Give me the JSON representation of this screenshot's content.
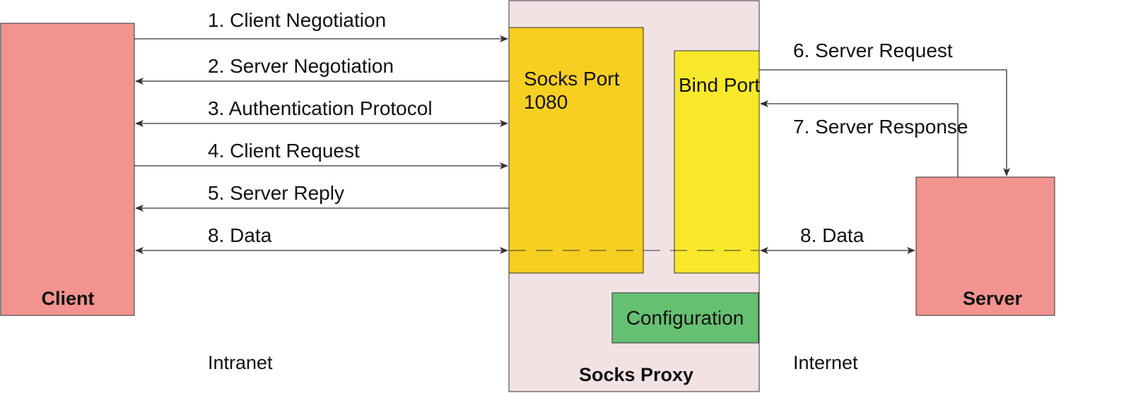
{
  "diagram": {
    "colors": {
      "endpoint_fill": "#f2938f",
      "proxy_fill": "#f2e2e4",
      "socks_port_fill": "#f7cf21",
      "bind_port_fill": "#f8e82a",
      "config_fill": "#66c072",
      "line": "#333333"
    },
    "client": {
      "label": "Client"
    },
    "server": {
      "label": "Server"
    },
    "proxy": {
      "label": "Socks Proxy",
      "socks_port": {
        "line1": "Socks Port",
        "line2": "1080"
      },
      "bind_port": {
        "label": "Bind Port"
      },
      "configuration": {
        "label": "Configuration"
      }
    },
    "zones": {
      "left": "Intranet",
      "right": "Internet"
    },
    "steps": {
      "s1": "1. Client Negotiation",
      "s2": "2. Server Negotiation",
      "s3": "3. Authentication Protocol",
      "s4": "4. Client Request",
      "s5": "5. Server Reply",
      "s6": "6. Server Request",
      "s7": "7. Server Response",
      "s8_left": "8. Data",
      "s8_right": "8. Data"
    }
  }
}
